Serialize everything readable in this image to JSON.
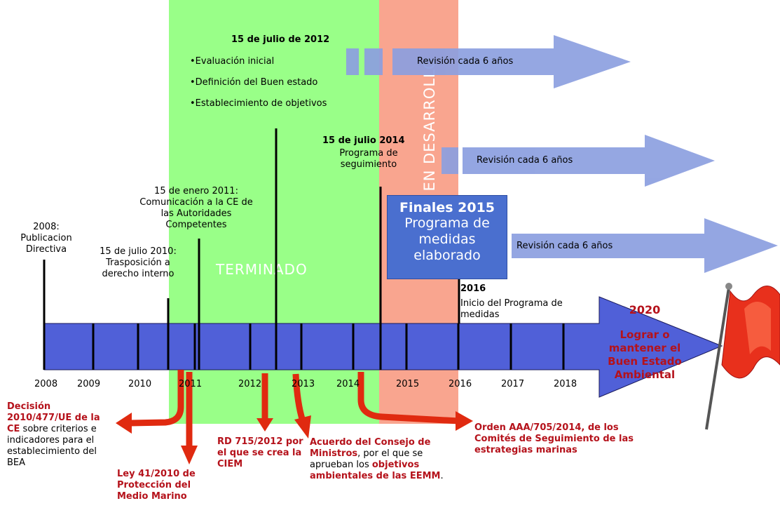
{
  "colors": {
    "green_band": "#99ff88",
    "red_band": "#f9a58f",
    "timeline_blue": "#5060d8",
    "arrow_blue": "#8c9fe0",
    "dark_red_text": "#b5121b",
    "medidas_box": "#4a6fcf"
  },
  "status": {
    "terminado": "TERMINADO",
    "en_desarrollo": "EN DESARROLLO"
  },
  "milestones": {
    "m2008": "2008: Publicacion Directiva",
    "m2010": "15 de julio 2010: Trasposición a derecho interno",
    "m2011": "15 de enero 2011: Comunicación a la CE de las Autoridades Competentes",
    "m2012_date": "15 de julio de 2012",
    "m2012_items": [
      "•Evaluación inicial",
      "•Definición del Buen estado",
      "•Establecimiento de objetivos"
    ],
    "m2014_date": "15 de julio 2014",
    "m2014_text": "Programa de seguimiento",
    "m2015_title": "Finales 2015",
    "m2015_text": "Programa de medidas elaborado",
    "m2016_year": "2016",
    "m2016_text": "Inicio del Programa de medidas",
    "goal_year": "2020",
    "goal_text": "Lograr o mantener el Buen Estado Ambiental"
  },
  "revisions": [
    "Revisión cada 6 años",
    "Revisión cada 6 años",
    "Revisión cada 6 años"
  ],
  "years": [
    "2008",
    "2009",
    "2010",
    "2011",
    "2012",
    "2013",
    "2014",
    "2015",
    "2016",
    "2017",
    "2018"
  ],
  "legal": {
    "decision_bold": "Decisión 2010/477/UE de la CE",
    "decision_rest": " sobre criterios e indicadores para el establecimiento del BEA",
    "ley": "Ley 41/2010 de Protección del Medio Marino",
    "rd": "RD 715/2012 por el que se crea la CIEM",
    "acuerdo_bold1": "Acuerdo del Consejo de Ministros",
    "acuerdo_mid": ", por el que se aprueban los ",
    "acuerdo_bold2": "objetivos ambientales de las EEMM",
    "acuerdo_end": ".",
    "orden": "Orden AAA/705/2014, de los Comités de Seguimiento de las estrategias marinas"
  }
}
